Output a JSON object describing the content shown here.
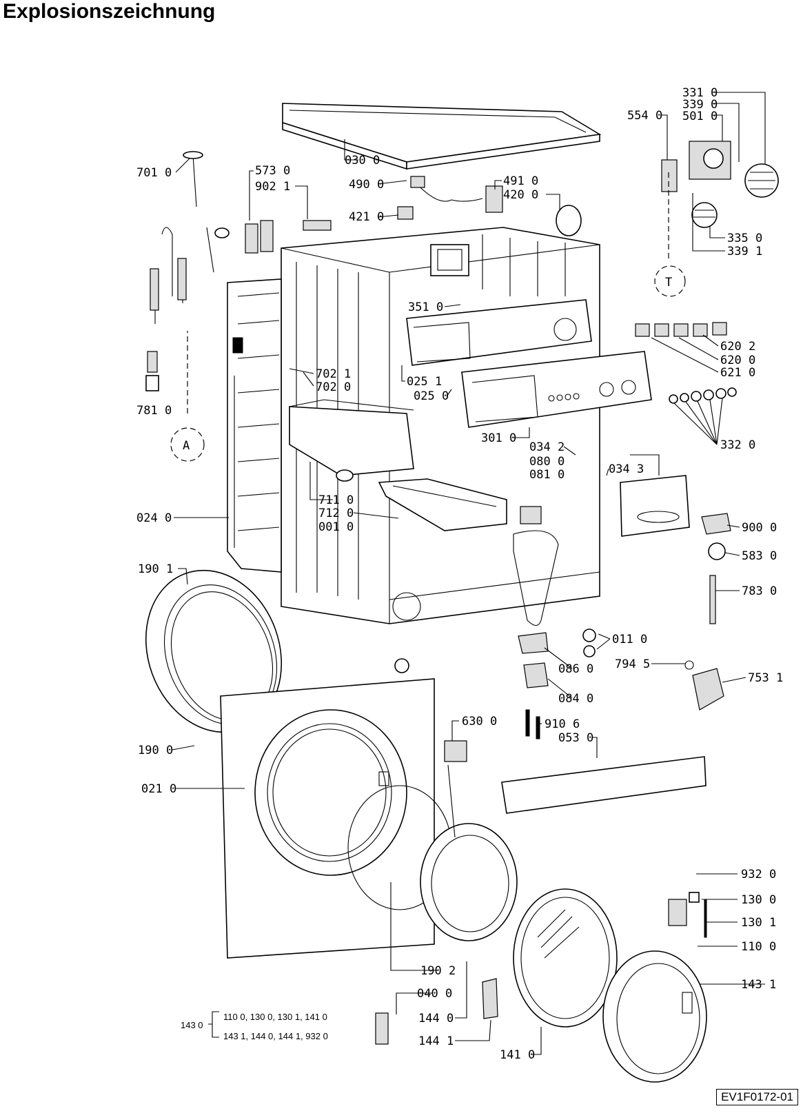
{
  "title": "Explosionszeichnung",
  "doc_code": "EV1F0172-01",
  "circle_markers": [
    "A",
    "T"
  ],
  "parts": [
    "030 0",
    "701 0",
    "573 0",
    "902 1",
    "490 0",
    "491 0",
    "420 0",
    "421 0",
    "554 0",
    "331 0",
    "339 0",
    "501 0",
    "335 0",
    "339 1",
    "351 0",
    "620 2",
    "620 0",
    "621 0",
    "702 1",
    "702 0",
    "025 1",
    "025 0",
    "781 0",
    "301 0",
    "332 0",
    "034 2",
    "080 0",
    "081 0",
    "034 3",
    "711 0",
    "712 0",
    "001 0",
    "024 0",
    "900 0",
    "583 0",
    "783 0",
    "190 1",
    "011 0",
    "086 0",
    "794 5",
    "753 1",
    "084 0",
    "630 0",
    "910 6",
    "053 0",
    "190 0",
    "021 0",
    "932 0",
    "130 0",
    "130 1",
    "110 0",
    "190 2",
    "040 0",
    "144 0",
    "144 1",
    "143 1",
    "141 0"
  ],
  "legend": {
    "key": "143 0",
    "line1": "110 0, 130 0, 130 1, 141 0",
    "line2": "143 1, 144 0, 144 1, 932 0"
  }
}
